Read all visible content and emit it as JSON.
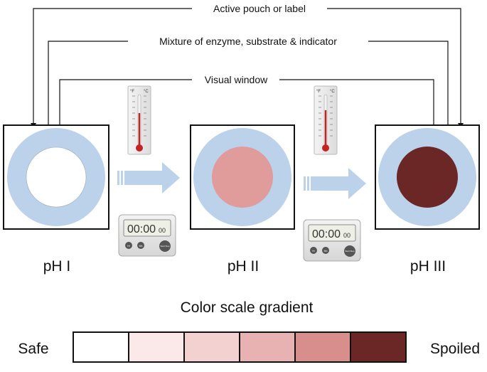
{
  "labels": {
    "active_pouch": "Active pouch or label",
    "mixture": "Mixture of enzyme, substrate & indicator",
    "visual_window": "Visual window"
  },
  "stages": [
    {
      "label": "pH I",
      "window_color": "#ffffff"
    },
    {
      "label": "pH II",
      "window_color": "#e09b9b"
    },
    {
      "label": "pH III",
      "window_color": "#6b2626"
    }
  ],
  "ring_color": "#bcd1ea",
  "arrow_color": "#bcd1ea",
  "thermometer": {
    "unit_f": "°F",
    "unit_c": "°C"
  },
  "timer": {
    "display": "00:00",
    "small": "00",
    "btn1": "Hr",
    "btn2": "Mn",
    "btn3": "Start Stop"
  },
  "scale": {
    "title": "Color scale gradient",
    "left_label": "Safe",
    "right_label": "Spoiled",
    "colors": [
      "#ffffff",
      "#fbe9e9",
      "#f3d1d1",
      "#e9b2b2",
      "#d98e8e",
      "#6b2626"
    ]
  }
}
